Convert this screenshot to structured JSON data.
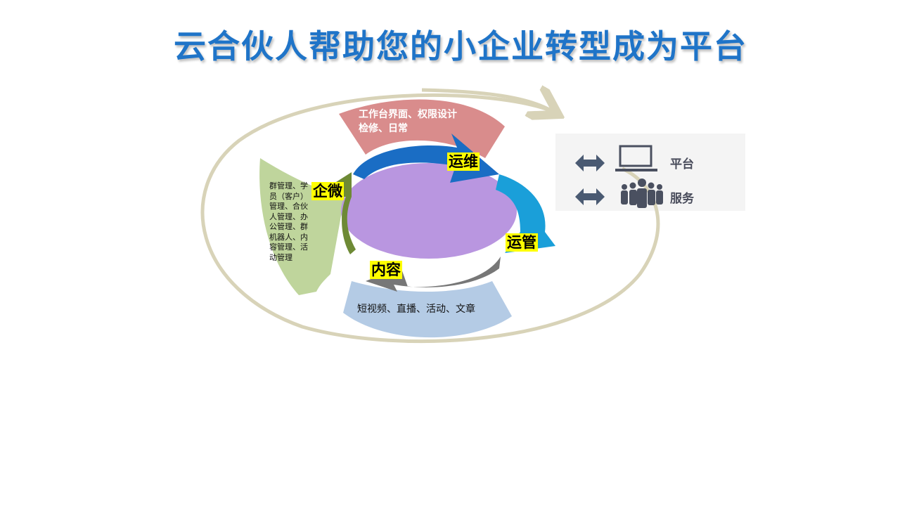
{
  "title": "云合伙人帮助您的小企业转型成为平台",
  "diagram": {
    "cycle_labels": {
      "ops_maintenance": "运维",
      "operations": "运管",
      "content": "内容",
      "wecom": "企微"
    },
    "top_text": "工作台界面、权限设计\n检修、日常",
    "left_text": "群管理、学员（客户）管理、合伙人管理、办公管理、群机器人、内容管理、活动管理",
    "bottom_text": "短视频、直播、活动、文章",
    "legend": {
      "platform": "平台",
      "service": "服务"
    },
    "colors": {
      "title": "#1f74c8",
      "top_segment": "#d98c8c",
      "left_segment": "#bfd59c",
      "bottom_segment": "#b4cbe5",
      "center": "#b996e0",
      "arrow_blue": "#1a6dc4",
      "arrow_cyan": "#1a9fd9",
      "arrow_gray": "#777777",
      "arrow_green": "#6e8a35",
      "orbit": "#d8d3b8",
      "label_highlight": "#ffff00"
    }
  }
}
